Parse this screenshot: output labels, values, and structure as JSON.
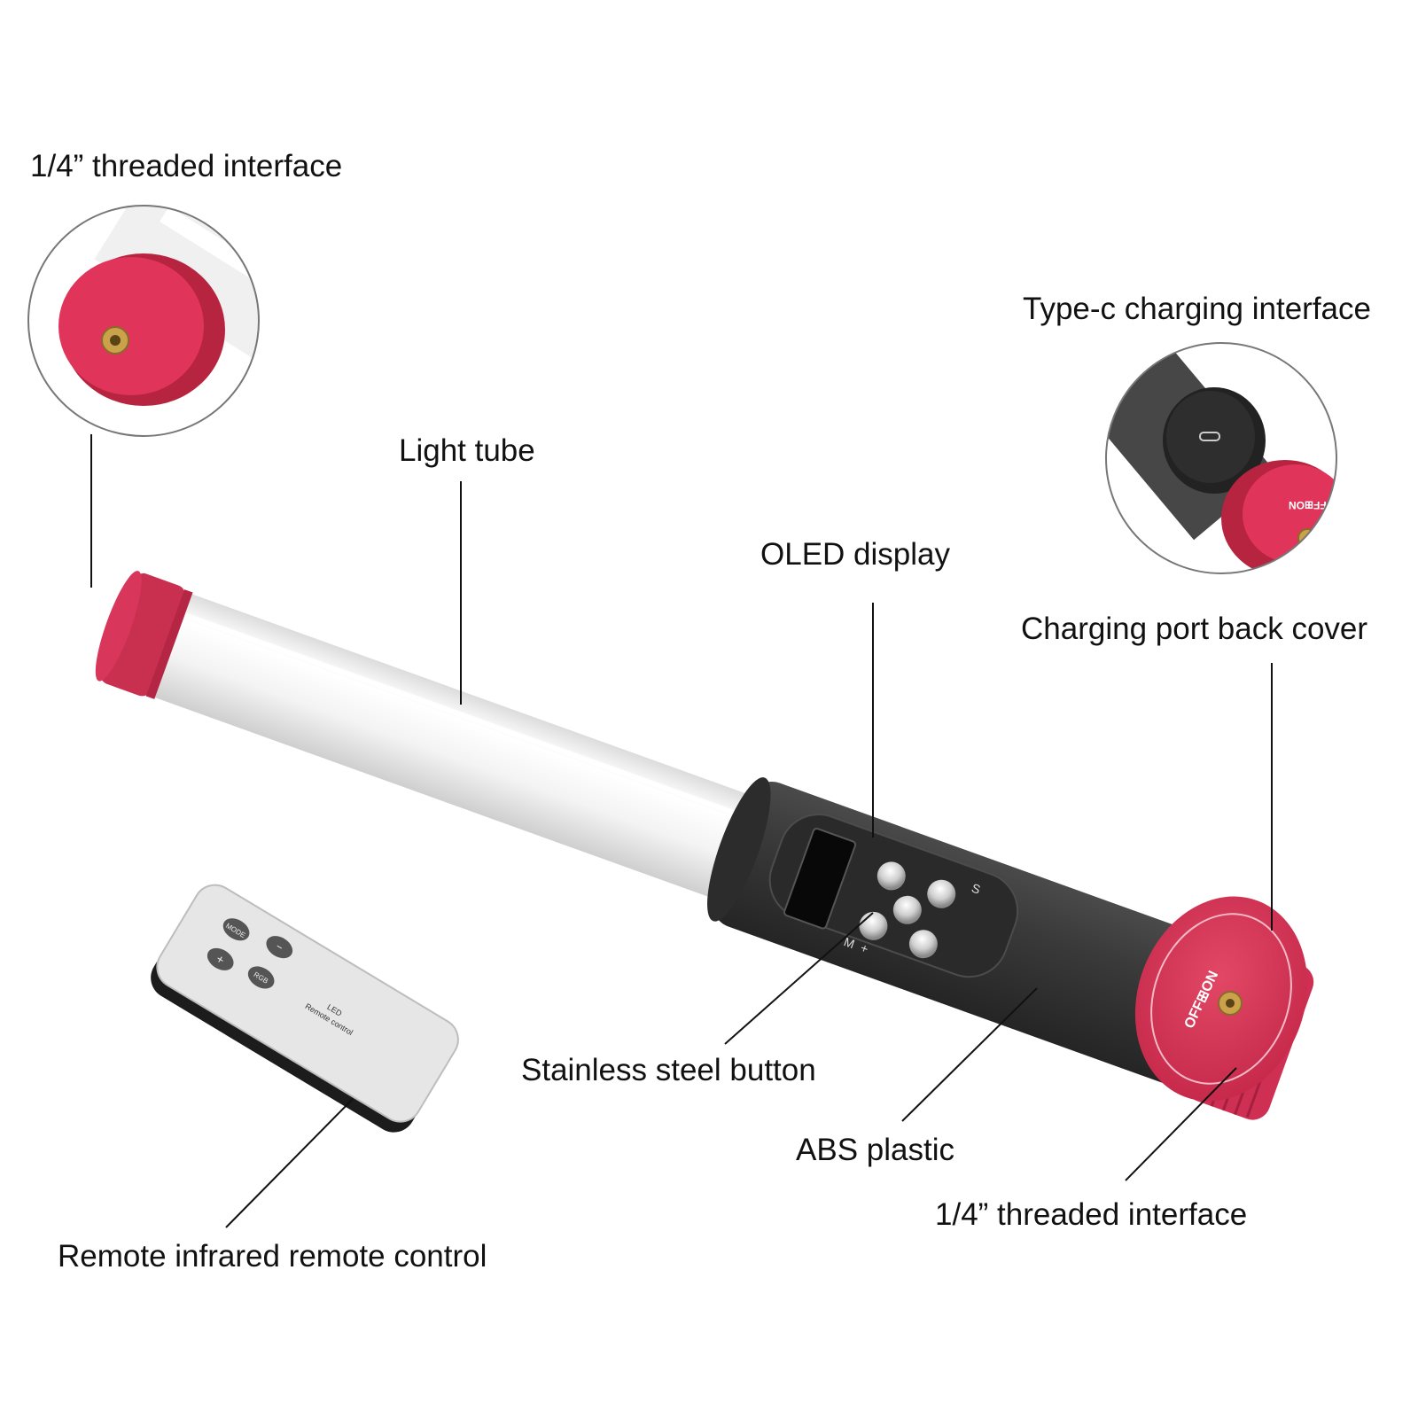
{
  "labels": {
    "threaded_top": "1/4” threaded interface",
    "type_c": "Type-c charging interface",
    "light_tube": "Light tube",
    "oled": "OLED display",
    "back_cover": "Charging port back cover",
    "button": "Stainless steel button",
    "abs": "ABS plastic",
    "threaded_bottom": "1/4” threaded interface",
    "remote": "Remote infrared remote control"
  },
  "device_markings": {
    "switch_text": "OFF⊞ON",
    "remote_title": "LED",
    "remote_subtitle": "Remote control",
    "remote_buttons": [
      "MODE",
      "−",
      "+",
      "RGB"
    ],
    "panel_glyphs": [
      "S",
      "M",
      "+"
    ]
  },
  "colors": {
    "cap_red": "#d8365a",
    "body_dark": "#343434",
    "tube_white": "#f4f4f4",
    "line": "#111111"
  }
}
